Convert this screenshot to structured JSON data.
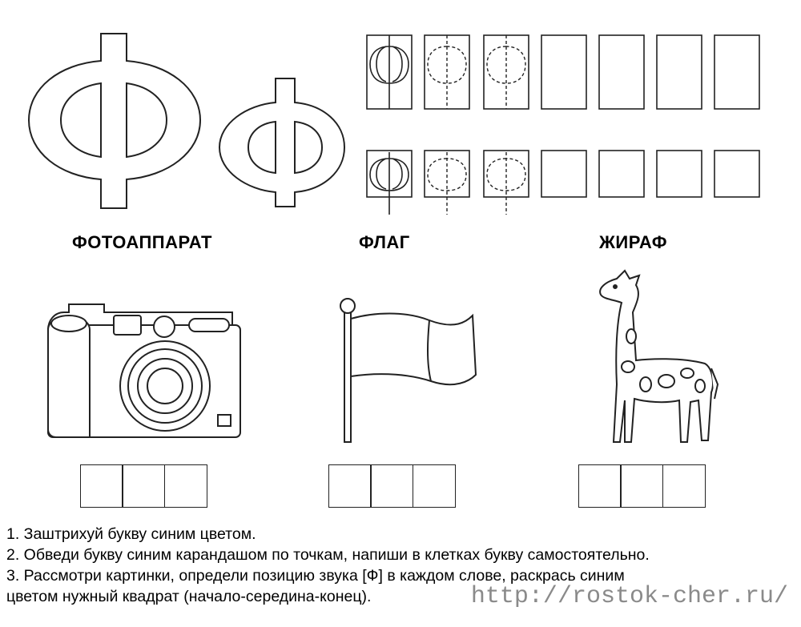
{
  "letters": {
    "upper": "Ф",
    "lower": "ф"
  },
  "words": [
    {
      "text": "ФОТОАППАРАТ",
      "picture": "camera"
    },
    {
      "text": "ФЛАГ",
      "picture": "flag"
    },
    {
      "text": "ЖИРАФ",
      "picture": "giraffe"
    }
  ],
  "instructions": [
    "1. Заштрихуй букву синим цветом.",
    "2. Обведи букву синим карандашом по точкам, напиши в клетках букву самостоятельно.",
    "3. Рассмотри картинки, определи позицию звука [Ф] в каждом слове, раскрась синим",
    "цветом нужный квадрат (начало-середина-конец)."
  ],
  "watermark": "http://rostok-cher.ru/",
  "icons": [
    "camera-icon",
    "flag-icon",
    "giraffe-icon"
  ]
}
